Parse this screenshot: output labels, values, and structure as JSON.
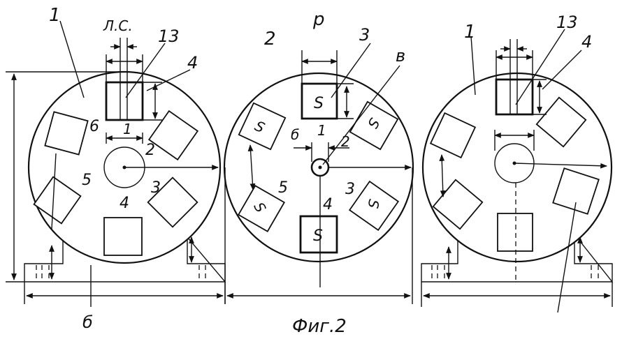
{
  "labels": {
    "left": {
      "disk": "1",
      "ls": "Л.С.",
      "n13": "13",
      "n4": "4",
      "p6": "6",
      "p1": "1",
      "p2": "2",
      "p5": "5",
      "p3": "3",
      "p4": "4",
      "base": "б"
    },
    "center": {
      "disk": "2",
      "p": "р",
      "n3": "3",
      "b": "в",
      "bb": "б",
      "p1": "1",
      "p2": "2",
      "p5": "5",
      "p4": "4",
      "p3": "3",
      "s": "S"
    },
    "right": {
      "disk": "1",
      "n13": "13",
      "n4": "4"
    }
  },
  "caption": "Фиг.2"
}
